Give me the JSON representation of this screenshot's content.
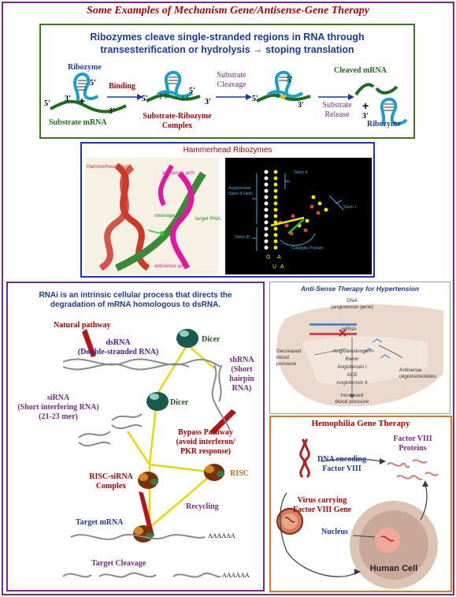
{
  "title": "Some Examples of Mechanism Gene/Antisense-Gene Therapy",
  "ribozyme": {
    "heading_line1": "Ribozymes cleave single-stranded regions in RNA through",
    "heading_line2": "transesterification or hydrolysis → stoping translation",
    "ribozyme_label": "Ribozyme",
    "binding_label": "Binding",
    "substrate_cleavage_line1": "Substrate",
    "substrate_cleavage_line2": "Cleavage",
    "cleaved_mrna_label": "Cleaved mRNA",
    "substrate_mrna_label": "Substrate mRNA",
    "complex_line1": "Substrate-Ribozyme",
    "complex_line2": "Complex",
    "substrate_release_line1": "Substrate",
    "substrate_release_line2": "Release",
    "ribozyme_label2": "Ribozyme",
    "five_prime": "5'",
    "three_prime": "3'",
    "plus": "+"
  },
  "hammerhead": {
    "title": "Hammerhead Ribozymes",
    "hammerhead_motif": "Hammerhead motif",
    "antisense_arm_top": "antisense arm",
    "cleavage_site": "cleavage site",
    "target_rna": "target RNA",
    "antisense_arm_bottom": "antisense arm",
    "stem2": "Stem II",
    "augmented_stem": "Augmented Stem II Helix",
    "stem3": "Stem III",
    "stem1": "Stem I",
    "catalytic_pocket": "Catalytic Pocket"
  },
  "rnai": {
    "heading_line1": "RNAi is an intrinsic cellular process that directs the",
    "heading_line2": "degradation of mRNA homologous to dsRNA.",
    "natural_pathway": "Natural pathway",
    "dsrna_line1": "dsRNA",
    "dsrna_line2": "(Double-stranded RNA)",
    "dicer1": "Dicer",
    "shrna_line1": "shRNA",
    "shrna_line2": "(Short",
    "shrna_line3": "hairpin",
    "shrna_line4": "RNA)",
    "dicer2": "Dicer",
    "sirna_line1": "siRNA",
    "sirna_line2": "(Short interfering RNA)",
    "sirna_line3": "(21-23 mer)",
    "bypass_line1": "Bypass Pathway",
    "bypass_line2": "(avoid interferon/",
    "bypass_line3": "PKR response)",
    "risc": "RISC",
    "risc_sirna_line1": "RISC-siRNA",
    "risc_sirna_line2": "Complex",
    "recycling": "Recycling",
    "target_mrna": "Target mRNA",
    "target_cleavage": "Target Cleavage",
    "polya": "AAAAAA"
  },
  "antisense": {
    "title": "Anti-Sense Therapy for Hypertension",
    "dna_line1": "DNA",
    "dna_line2": "(angiotensin gene)",
    "mrna": "mRNA",
    "decreased_line1": "Decreased",
    "decreased_line2": "blood",
    "decreased_line3": "pressure",
    "angiotensinogen": "Angiotensinogen",
    "renin": "Renin",
    "angiotensin1": "Angiotensin I",
    "ace": "ACE",
    "angiotensin2": "Angiotensin II",
    "increased_line1": "Increased",
    "increased_line2": "blood pressure",
    "antisense_line1": "Antisense",
    "antisense_line2": "oligonucleotides"
  },
  "hemophilia": {
    "title": "Hemophilia Gene Therapy",
    "dna_line1": "DNA encoding",
    "dna_line2": "Factor VIII",
    "factor_line1": "Factor VIII",
    "factor_line2": "Proteins",
    "virus_line1": "Virus carrying",
    "virus_line2": "Factor VIII Gene",
    "nucleus": "Nucleus",
    "human_cell": "Human Cell"
  }
}
